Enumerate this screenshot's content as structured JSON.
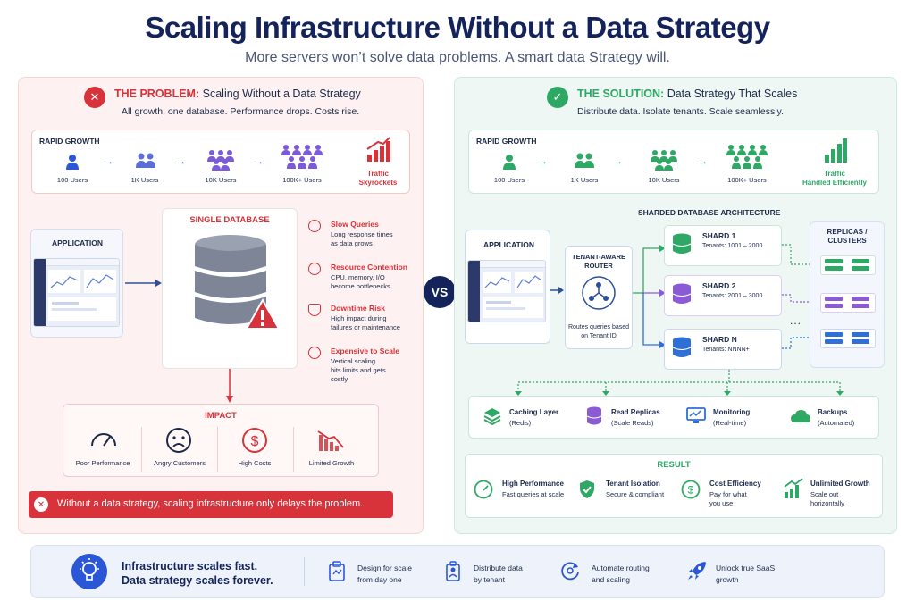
{
  "header": {
    "title": "Scaling Infrastructure Without a Data Strategy",
    "subtitle": "More servers won’t solve data problems. A smart data Strategy will."
  },
  "vs_label": "VS",
  "problem": {
    "heading_strong": "THE PROBLEM:",
    "heading_rest": "Scaling Without a Data Strategy",
    "subheading": "All growth, one database. Performance drops. Costs rise.",
    "growth_label": "RAPID GROWTH",
    "growth_steps": [
      "100 Users",
      "1K Users",
      "10K Users",
      "100K+ Users"
    ],
    "growth_result": [
      "Traffic",
      "Skyrockets"
    ],
    "application_label": "APPLICATION",
    "database_label": "SINGLE DATABASE",
    "risks": [
      {
        "title": "Slow Queries",
        "desc": [
          "Long response times",
          "as data grows"
        ]
      },
      {
        "title": "Resource Contention",
        "desc": [
          "CPU, memory, I/O",
          "become bottlenecks"
        ]
      },
      {
        "title": "Downtime Risk",
        "desc": [
          "High impact during",
          "failures or maintenance"
        ]
      },
      {
        "title": "Expensive to Scale",
        "desc": [
          "Vertical scaling",
          "hits limits and gets",
          "costly"
        ]
      }
    ],
    "impact_label": "IMPACT",
    "impacts": [
      "Poor Performance",
      "Angry Customers",
      "High Costs",
      "Limited Growth"
    ],
    "banner": "Without a data strategy, scaling infrastructure only delays the problem."
  },
  "solution": {
    "heading_strong": "THE SOLUTION:",
    "heading_rest": "Data Strategy That Scales",
    "subheading": "Distribute data. Isolate tenants. Scale seamlessly.",
    "growth_label": "RAPID GROWTH",
    "growth_steps": [
      "100 Users",
      "1K Users",
      "10K Users",
      "100K+ Users"
    ],
    "growth_result": [
      "Traffic",
      "Handled Efficiently"
    ],
    "architecture_label": "SHARDED DATABASE ARCHITECTURE",
    "application_label": "APPLICATION",
    "router_label": [
      "TENANT-AWARE",
      "ROUTER"
    ],
    "router_desc": [
      "Routes queries based",
      "on Tenant ID"
    ],
    "shards": [
      {
        "name": "SHARD 1",
        "tenants": "Tenants: 1001 – 2000",
        "color": "#2fa865"
      },
      {
        "name": "SHARD 2",
        "tenants": "Tenants: 2001 – 3000",
        "color": "#8b5bd6"
      },
      {
        "name": "SHARD N",
        "tenants": "Tenants: NNNN+",
        "color": "#2f6fd6"
      }
    ],
    "replicas_label": [
      "REPLICAS /",
      "CLUSTERS"
    ],
    "ellipsis": "...",
    "services": [
      {
        "title": "Caching Layer",
        "desc": "(Redis)",
        "icon": "layers-icon"
      },
      {
        "title": "Read Replicas",
        "desc": "(Scale Reads)",
        "icon": "database-icon"
      },
      {
        "title": "Monitoring",
        "desc": "(Real-time)",
        "icon": "monitor-icon"
      },
      {
        "title": "Backups",
        "desc": "(Automated)",
        "icon": "cloud-icon"
      }
    ],
    "result_label": "RESULT",
    "results": [
      {
        "title": "High Performance",
        "desc": [
          "Fast queries at scale"
        ],
        "icon": "gauge-icon"
      },
      {
        "title": "Tenant Isolation",
        "desc": [
          "Secure & compliant"
        ],
        "icon": "shield-check-icon"
      },
      {
        "title": "Cost Efficiency",
        "desc": [
          "Pay for what",
          "you use"
        ],
        "icon": "dollar-icon"
      },
      {
        "title": "Unlimited Growth",
        "desc": [
          "Scale out",
          "horizontally"
        ],
        "icon": "growth-chart-icon"
      }
    ]
  },
  "footer": {
    "main": [
      "Infrastructure scales fast.",
      "Data strategy scales forever."
    ],
    "items": [
      {
        "text": [
          "Design for scale",
          "from day one"
        ],
        "icon": "design-icon"
      },
      {
        "text": [
          "Distribute data",
          "by tenant"
        ],
        "icon": "distribute-icon"
      },
      {
        "text": [
          "Automate routing",
          "and scaling"
        ],
        "icon": "automate-icon"
      },
      {
        "text": [
          "Unlock true SaaS",
          "growth"
        ],
        "icon": "rocket-icon"
      }
    ]
  },
  "colors": {
    "red": "#d8323a",
    "green": "#2fa865",
    "navy": "#14245a",
    "blue": "#2b57d6",
    "purple": "#8b5bd6"
  }
}
